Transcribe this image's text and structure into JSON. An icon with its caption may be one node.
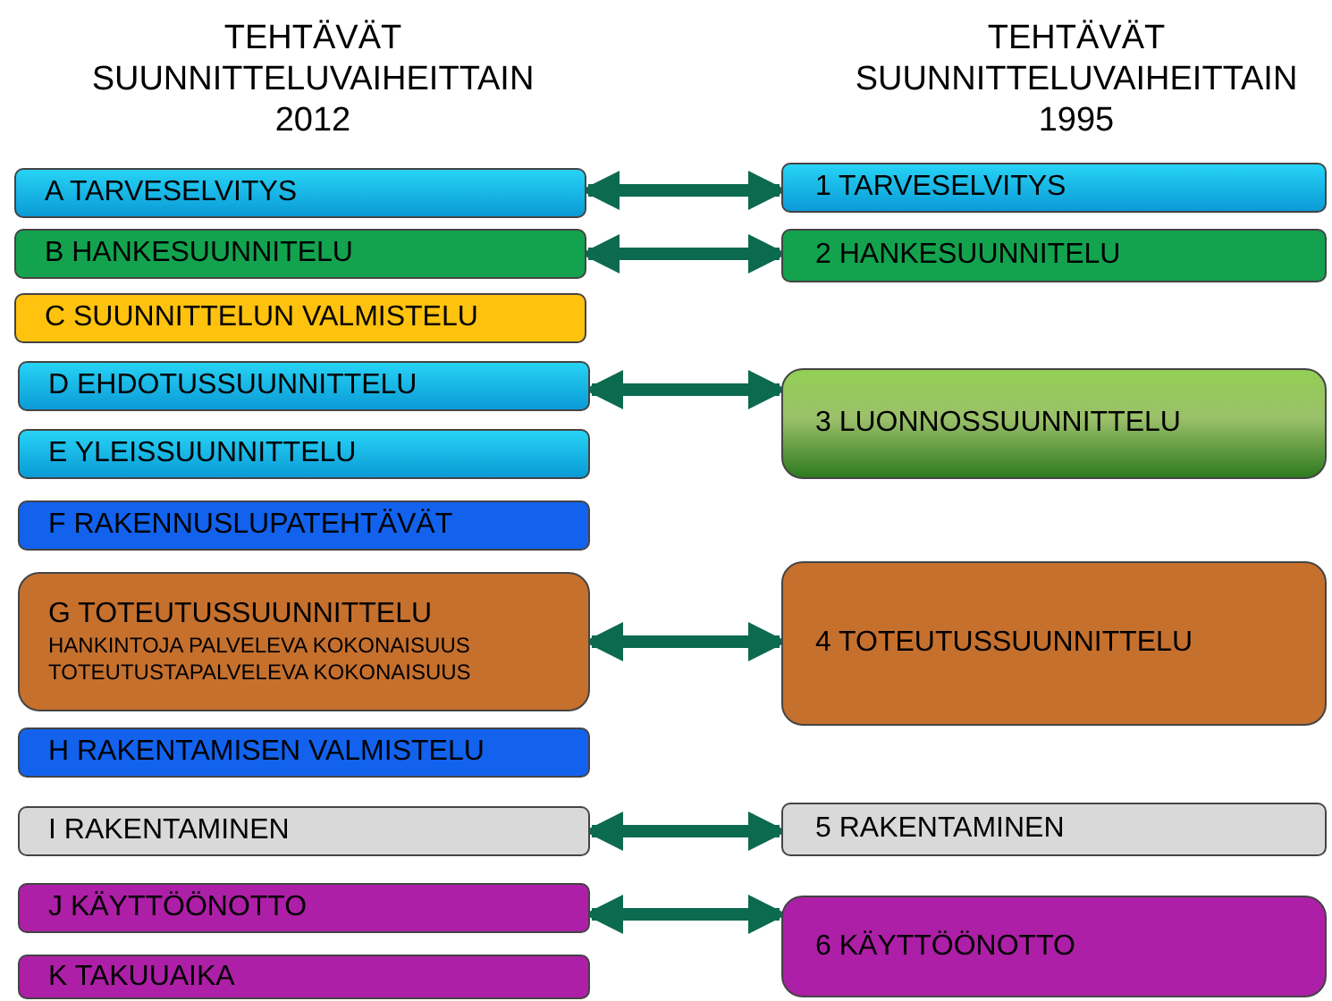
{
  "diagram": {
    "nodes": [
      {
        "text": [
          "A TARVESELVITYS"
        ]
      },
      {
        "text": [
          "B HANKESUUNNITELU"
        ]
      },
      {
        "text": [
          "C SUUNNITTELUN VALMISTELU"
        ]
      },
      {
        "text": [
          "D EHDOTUSSUUNNITTELU"
        ]
      },
      {
        "text": [
          "E YLEISSUUNNITTELU"
        ]
      },
      {
        "text": [
          "F RAKENNUSLUPATEHTÄVÄT"
        ]
      },
      {
        "text": [
          "G TOTEUTUSSUUNNITTELU",
          "HANKINTOJA PALVELEVA KOKONAISUUS",
          "TOTEUTUSTAPALVELEVA KOKONAISUUS"
        ]
      },
      {
        "text": [
          "H RAKENTAMISEN VALMISTELU"
        ]
      },
      {
        "text": [
          "I RAKENTAMINEN"
        ]
      },
      {
        "text": [
          "J KÄYTTÖÖNOTTO"
        ]
      },
      {
        "text": [
          "K TAKUUAIKA"
        ]
      },
      {
        "text": [
          "1 TARVESELVITYS"
        ]
      },
      {
        "text": [
          "2 HANKESUUNNITELU"
        ]
      },
      {
        "text": [
          "3 LUONNOSSUUNNITTELU"
        ]
      },
      {
        "text": [
          "4 TOTEUTUSSUUNNITTELU"
        ]
      },
      {
        "text": [
          "5 RAKENTAMINEN"
        ]
      },
      {
        "text": [
          "6 KÄYTTÖÖNOTTO"
        ]
      }
    ],
    "edges": [
      {
        "from": 0,
        "to": 11,
        "arrow": "both"
      },
      {
        "from": 1,
        "to": 12,
        "arrow": "both"
      },
      {
        "from": 3,
        "to": 13,
        "arrow": "both"
      },
      {
        "from": 6,
        "to": 14,
        "arrow": "both"
      },
      {
        "from": 8,
        "to": 15,
        "arrow": "both"
      },
      {
        "from": 9,
        "to": 16,
        "arrow": "both"
      }
    ],
    "labels": [
      "TEHTÄVÄT SUUNNITTELUVAIHEITTAIN 2012",
      "TEHTÄVÄT SUUNNITTELUVAIHEITTAIN 1995"
    ]
  }
}
